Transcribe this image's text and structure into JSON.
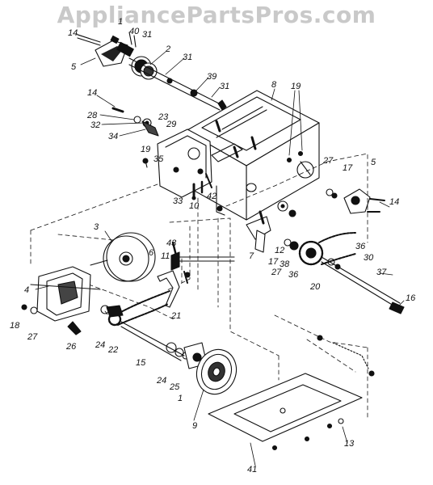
{
  "watermark": "AppliancePartsPros.com",
  "colors": {
    "ink": "#111111",
    "watermark": "#c9c9c9",
    "background": "#ffffff"
  },
  "part_labels": {
    "p1": "1",
    "p2": "2",
    "p3": "3",
    "p4": "4",
    "p5a": "5",
    "p5b": "5",
    "p6": "6",
    "p7": "7",
    "p8": "8",
    "p9": "9",
    "p10": "10",
    "p11": "11",
    "p12": "12",
    "p13": "13",
    "p14a": "14",
    "p14b": "14",
    "p14c": "14",
    "p15": "15",
    "p16": "16",
    "p17a": "17",
    "p17b": "17",
    "p18": "18",
    "p19a": "19",
    "p19b": "19",
    "p20": "20",
    "p21": "21",
    "p22": "22",
    "p23": "23",
    "p24a": "24",
    "p24b": "24",
    "p25": "25",
    "p26": "26",
    "p27a": "27",
    "p27b": "27",
    "p27c": "27",
    "p28": "28",
    "p29": "29",
    "p30": "30",
    "p31a": "31",
    "p31b": "31",
    "p31c": "31",
    "p32": "32",
    "p33": "33",
    "p34": "34",
    "p35": "35",
    "p36a": "36",
    "p36b": "36",
    "p37": "37",
    "p38": "38",
    "p39": "39",
    "p40": "40",
    "p41": "41",
    "p42": "42",
    "p43": "43"
  }
}
